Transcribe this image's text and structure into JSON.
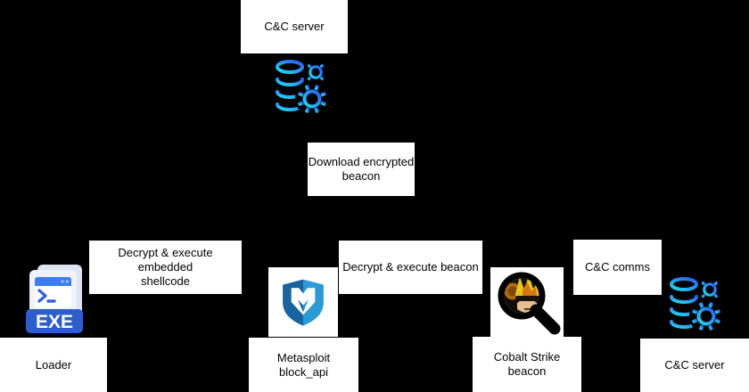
{
  "colors": {
    "background": "#000000",
    "label_box_bg": "#ffffff",
    "label_text": "#000000",
    "server_icon_gradient_start": "#26d9f0",
    "server_icon_gradient_end": "#2a5df5",
    "metasploit_blue_dark": "#19639e",
    "metasploit_blue_light": "#2b9bd7",
    "exe_banner_blue": "#2e5ec9",
    "exe_titlebar_blue": "#3d7df2"
  },
  "nodes": {
    "cc_server_top": {
      "label": "C&C server"
    },
    "loader": {
      "label": "Loader",
      "badge": "EXE"
    },
    "metasploit": {
      "line1": "Metasploit",
      "line2": "block_api"
    },
    "cobalt_strike": {
      "line1": "Cobalt Strike",
      "line2": "beacon"
    },
    "cc_server_right": {
      "label": "C&C server"
    }
  },
  "edge_labels": {
    "download_beacon": {
      "line1": "Download encrypted",
      "line2": "beacon"
    },
    "decrypt_shellcode": {
      "line1": "Decrypt & execute embedded",
      "line2": "shellcode"
    },
    "decrypt_beacon": {
      "label": "Decrypt & execute beacon"
    },
    "cc_comms": {
      "label": "C&C comms"
    }
  }
}
